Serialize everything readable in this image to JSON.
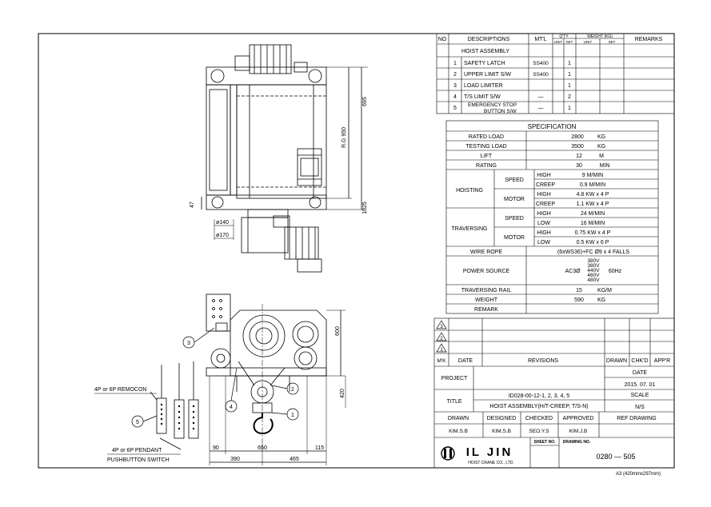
{
  "bom": {
    "headers": {
      "no": "NO",
      "desc": "DESCRIPTIONS",
      "mtl": "MT'L",
      "qty": "Q'TY",
      "qty_unit": "UNIT",
      "qty_set": "SET",
      "weight": "WEIGHT (KG)",
      "w_unit": "UNIT",
      "w_set": "SET",
      "remarks": "REMARKS"
    },
    "assembly": "HOIST ASSEMBLY",
    "rows": [
      {
        "no": "1",
        "desc": "SAFETY LATCH",
        "mtl": "SS400",
        "set": "1"
      },
      {
        "no": "2",
        "desc": "UPPER LIMIT S/W",
        "mtl": "SS400",
        "set": "1"
      },
      {
        "no": "3",
        "desc": "LOAD LIMITER",
        "mtl": "",
        "set": "1"
      },
      {
        "no": "4",
        "desc": "T/S LIMIT S/W",
        "mtl": "—",
        "set": "2"
      },
      {
        "no": "5",
        "desc": "EMERGENCY STOP",
        "desc2": "BUTTON S/W",
        "mtl": "—",
        "set": "1"
      }
    ]
  },
  "spec": {
    "title": "SPECIFICATION",
    "rated_load": {
      "label": "RATED   LOAD",
      "value": "2800",
      "unit": "KG"
    },
    "testing_load": {
      "label": "TESTING   LOAD",
      "value": "3500",
      "unit": "KG"
    },
    "lift": {
      "label": "LIFT",
      "value": "12",
      "unit": "M"
    },
    "rating": {
      "label": "RATING",
      "value": "30",
      "unit": "MIN"
    },
    "hoisting": "HOISTING",
    "traversing": "TRAVERSING",
    "speed": "SPEED",
    "motor": "MOTOR",
    "high": "HIGH",
    "creep": "CREEP",
    "low": "LOW",
    "h_speed_high": "9   M/MIN",
    "h_speed_creep": "0.9   M/MIN",
    "h_motor_high": "4.8 KW x 4 P",
    "h_motor_creep": "1.1 KW x 4 P",
    "t_speed_high": "24   M/MIN",
    "t_speed_low": "16   M/MIN",
    "t_motor_high": "0.75 KW x 4 P",
    "t_motor_low": "0.5 KW x 6 P",
    "wire_rope": {
      "label": "WIRE  ROPE",
      "value": "(6xWS36)+FC   Ø9 x 4 FALLS"
    },
    "power_source": {
      "label": "POWER  SOURCE",
      "prefix": "AC3Ø",
      "voltages": [
        "380V",
        "380V",
        "440V",
        "460V",
        "480V"
      ],
      "freq": "60Hz"
    },
    "traversing_rail": {
      "label": "TRAVERSING RAIL",
      "value": "15",
      "unit": "KG/M"
    },
    "weight": {
      "label": "WEIGHT",
      "value": "590",
      "unit": "KG"
    },
    "remark": {
      "label": "REMARK",
      "value": ""
    }
  },
  "title_block": {
    "rev_marks": [
      "3",
      "2",
      "1"
    ],
    "mk": "M'K",
    "date": "DATE",
    "revisions": "REVISIONS",
    "drawn": "DRAWN",
    "chkd": "CHK'D",
    "appr": "APP'R",
    "project_label": "PROJECT",
    "date_label": "DATE",
    "date_value": "2015. 07. 01",
    "title_label": "TITLE",
    "title_line1": "ID028-00-12-1, 2, 3, 4, 5",
    "title_line2": "HOIST ASSEMBLY(H/T-CREEP, T/S-N)",
    "scale_label": "SCALE",
    "scale_value": "N/S",
    "drawn_h": "DRAWN",
    "designed_h": "DESIGNED",
    "checked_h": "CHECKED",
    "approved_h": "APPROVED",
    "ref_h": "REF DRAWING",
    "drawn_v": "KIM.S.B",
    "designed_v": "KIM.S.B",
    "checked_v": "SEO.Y.S",
    "approved_v": "KIM.J.B",
    "company": "IL JIN",
    "company_sub": "HOIST CRANE CO., LTD.",
    "sheet_no": "SHEET NO.",
    "drawing_no_label": "DRAWING NO.",
    "drawing_no": "0280 — 505"
  },
  "drawing": {
    "dims": {
      "d695": "695",
      "d950": "R.G 950",
      "d1025": "1025",
      "d47": "47",
      "phi140": "ø140",
      "phi170": "ø170",
      "d600": "600",
      "d420": "420",
      "d90": "90",
      "d650": "650",
      "d115": "115",
      "d390": "390",
      "d465": "465"
    },
    "callouts": [
      "1",
      "2",
      "3",
      "4",
      "5"
    ],
    "remocon": "4P or 6P REMOCON",
    "pendant1": "4P or 6P PENDANT",
    "pendant2": "PUSHBUTTON SWITCH"
  },
  "sheet_note": "A3 (420mmx297mm)"
}
